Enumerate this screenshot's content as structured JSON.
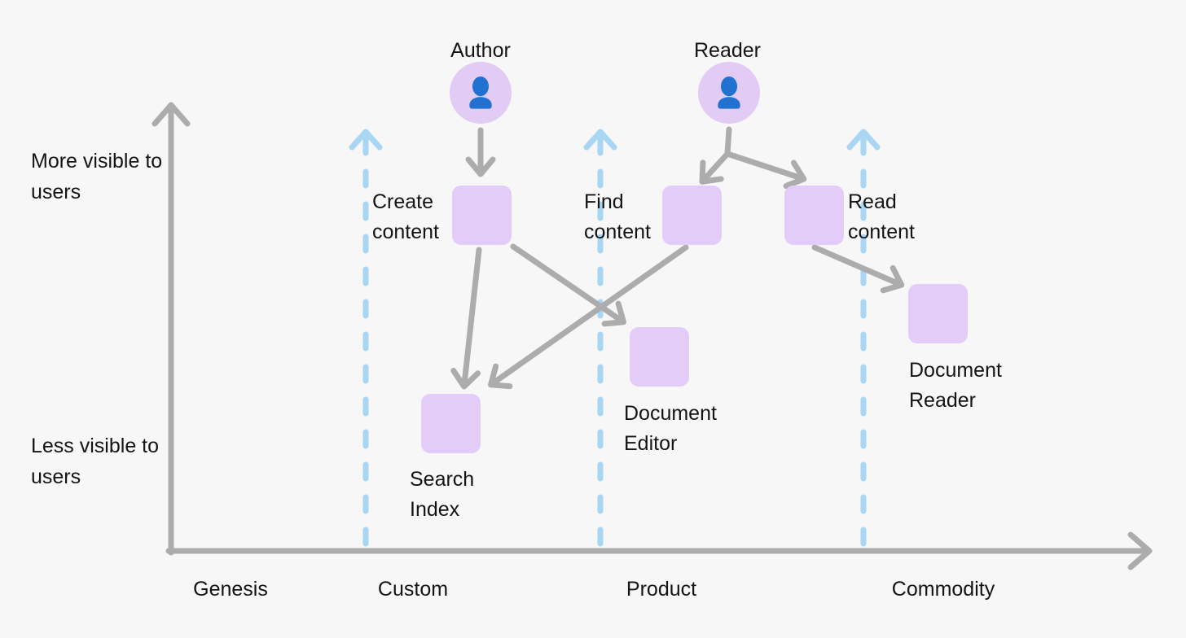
{
  "diagram": {
    "kind": "wardley-map",
    "axis": {
      "y_top": "More visible to users",
      "y_bottom": "Less visible to users",
      "stages": [
        "Genesis",
        "Custom",
        "Product",
        "Commodity"
      ]
    },
    "actors": {
      "author": "Author",
      "reader": "Reader"
    },
    "nodes": {
      "create": "Create content",
      "find": "Find content",
      "read": "Read content",
      "search_index": "Search Index",
      "doc_editor": "Document Editor",
      "doc_reader": "Document Reader"
    },
    "edges": [
      {
        "from": "Author",
        "to": "Create content"
      },
      {
        "from": "Reader",
        "to": "Find content"
      },
      {
        "from": "Reader",
        "to": "Read content"
      },
      {
        "from": "Create content",
        "to": "Search Index"
      },
      {
        "from": "Create content",
        "to": "Document Editor"
      },
      {
        "from": "Find content",
        "to": "Search Index"
      },
      {
        "from": "Read content",
        "to": "Document Reader"
      }
    ],
    "icons": {
      "avatar_icon": "person-icon"
    },
    "colors": {
      "background": "#f7f7f8",
      "node_fill": "#e3cdf8",
      "avatar_fill": "#e2cbf4",
      "person_blue": "#2071d0",
      "arrow_gray": "#acacac",
      "stage_divider_blue": "#a9d6f3",
      "text": "#141414"
    }
  }
}
